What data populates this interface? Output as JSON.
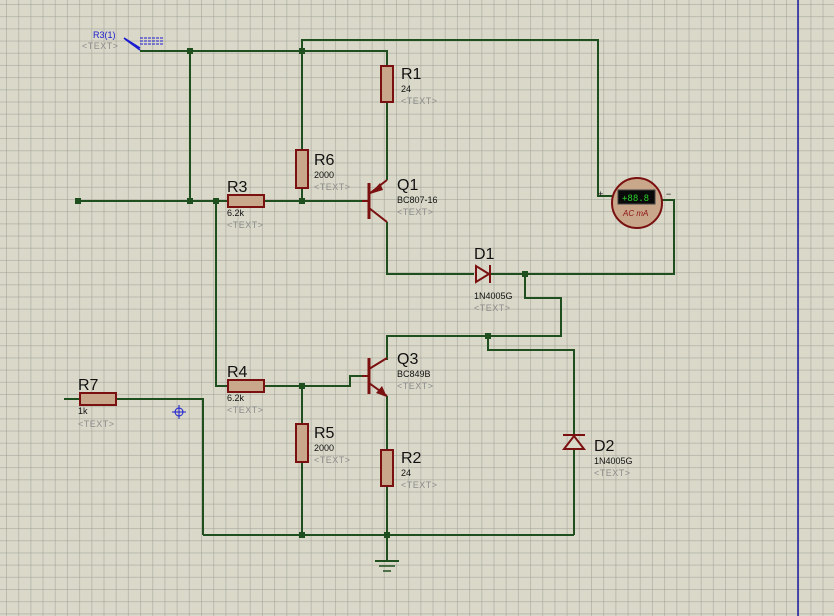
{
  "components": {
    "R1": {
      "ref": "R1",
      "value": "24",
      "text": "<TEXT>"
    },
    "R2": {
      "ref": "R2",
      "value": "24",
      "text": "<TEXT>"
    },
    "R3": {
      "ref": "R3",
      "value": "6.2k",
      "text": "<TEXT>"
    },
    "R4": {
      "ref": "R4",
      "value": "6.2k",
      "text": "<TEXT>"
    },
    "R5": {
      "ref": "R5",
      "value": "2000",
      "text": "<TEXT>"
    },
    "R6": {
      "ref": "R6",
      "value": "2000",
      "text": "<TEXT>"
    },
    "R7": {
      "ref": "R7",
      "value": "1k",
      "text": "<TEXT>"
    },
    "Q1": {
      "ref": "Q1",
      "value": "BC807-16",
      "text": "<TEXT>"
    },
    "Q3": {
      "ref": "Q3",
      "value": "BC849B",
      "text": "<TEXT>"
    },
    "D1": {
      "ref": "D1",
      "value": "1N4005G",
      "text": "<TEXT>"
    },
    "D2": {
      "ref": "D2",
      "value": "1N4005G",
      "text": "<TEXT>"
    }
  },
  "terminal": {
    "label": "R3(1)",
    "text": "<TEXT>"
  },
  "meter": {
    "display": "+88.8",
    "label": "AC mA",
    "plus": "+",
    "minus": "−"
  },
  "colors": {
    "wire": "#1f4f1f",
    "component": "#7a1010",
    "resistor_fill": "#c9a78a",
    "background": "#d9d8c9"
  }
}
